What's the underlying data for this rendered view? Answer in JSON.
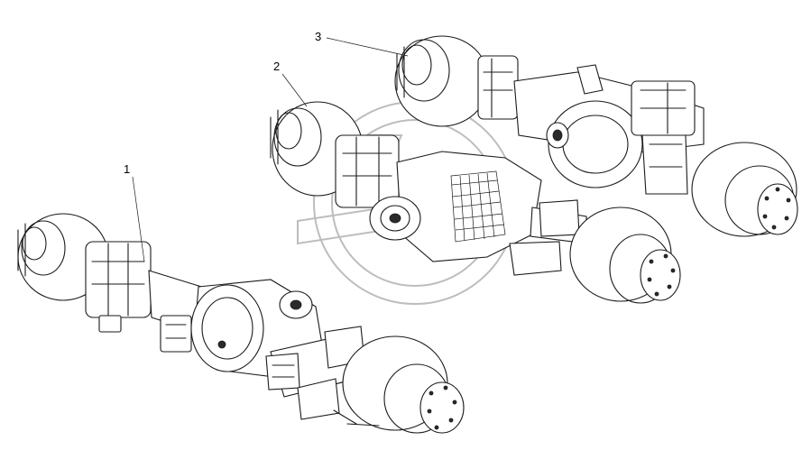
{
  "callouts": [
    {
      "id": "1",
      "label": "1"
    },
    {
      "id": "2",
      "label": "2"
    },
    {
      "id": "3",
      "label": "3"
    }
  ],
  "colors": {
    "ink": "#1a1a1a",
    "watermark": "#bdbdbd",
    "background": "#ffffff"
  }
}
